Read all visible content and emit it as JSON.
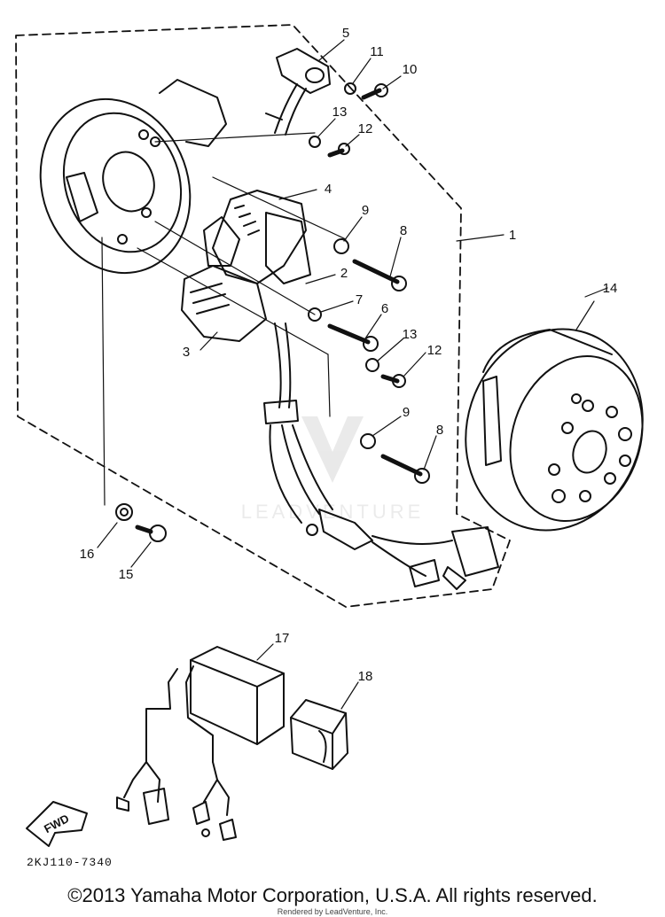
{
  "callouts": {
    "c1": "1",
    "c2": "2",
    "c3": "3",
    "c4": "4",
    "c5": "5",
    "c6": "6",
    "c7": "7",
    "c8a": "8",
    "c8b": "8",
    "c9a": "9",
    "c9b": "9",
    "c10": "10",
    "c11": "11",
    "c12a": "12",
    "c12b": "12",
    "c13a": "13",
    "c13b": "13",
    "c14": "14",
    "c15": "15",
    "c16": "16",
    "c17": "17",
    "c18": "18"
  },
  "arrow_label": "FWD",
  "diagram_code": "2KJ110-7340",
  "watermark": "LEADVENTURE",
  "copyright": "©2013 Yamaha Motor Corporation, U.S.A. All rights reserved.",
  "rendered_by": "Rendered by LeadVenture, Inc."
}
